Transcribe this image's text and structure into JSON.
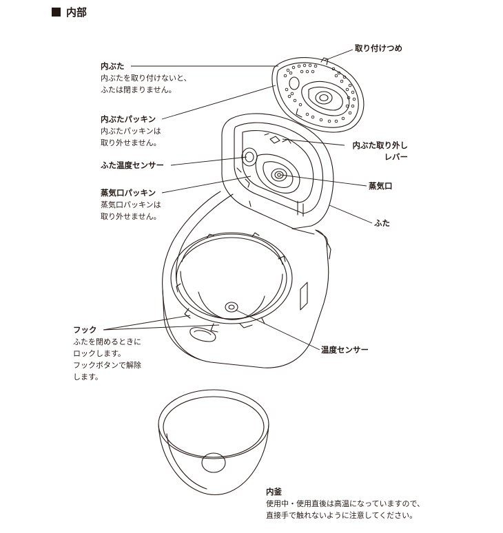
{
  "section_title": "内部",
  "labels": {
    "tsuke_tsume": "取り付けつめ",
    "uchibuta": {
      "title": "内ぶた",
      "desc": [
        "内ぶたを取り付けないと、",
        "ふたは閉まりません。"
      ]
    },
    "uchibuta_packing": {
      "title": "内ぶたパッキン",
      "desc": [
        "内ぶたパッキンは",
        "取り外せません。"
      ]
    },
    "uchibuta_lever": [
      "内ぶた取り外し",
      "レバー"
    ],
    "futa_sensor": "ふた温度センサー",
    "steam_packing": {
      "title": "蒸気口パッキン",
      "desc": [
        "蒸気口パッキンは",
        "取り外せません。"
      ]
    },
    "steam_port": "蒸気口",
    "futa": "ふた",
    "hook": {
      "title": "フック",
      "desc": [
        "ふたを閉めるときに",
        "ロックします。",
        "フックボタンで解除",
        "します。"
      ]
    },
    "temp_sensor": "温度センサー",
    "inner_pot": {
      "title": "内釜",
      "desc": [
        "使用中・使用直後は高温になっていますので、",
        "直接手で触れないように注意してください。"
      ]
    }
  }
}
